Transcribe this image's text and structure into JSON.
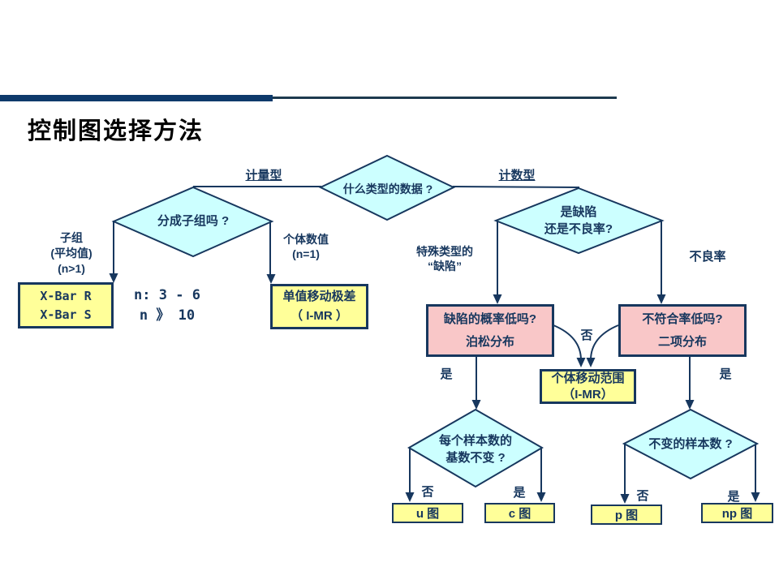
{
  "slide": {
    "title": "控制图选择方法"
  },
  "decisions": {
    "data_type": "什么类型的数据 ?",
    "subgrouped": "分成子组吗 ?",
    "defect_or_rate": "是缺陷\n还是不良率?",
    "constant_base": "每个样本数的\n基数不变 ?",
    "constant_sample": "不变的样本数 ?"
  },
  "question_boxes": {
    "poisson": "缺陷的概率低吗?\n泊松分布",
    "binomial": "不符合率低吗?\n二项分布"
  },
  "result_boxes": {
    "xbar": "X-Bar R\nX-Bar S",
    "imr": "单值移动极差\n（ I-MR ）",
    "moving_range": "个体移动范围\n（I-MR）",
    "u_chart": "u 图",
    "c_chart": "c 图",
    "p_chart": "p 图",
    "np_chart": "np 图"
  },
  "branch_labels": {
    "variable": "计量型",
    "attribute": "计数型",
    "subgroup_note": "子组\n(平均值)\n(n>1)",
    "individual_note": "个体数值\n(n=1)",
    "n_note": "n: 3 - 6\nn 》 10",
    "special_defect_note": "特殊类型的\n“缺陷”",
    "defective_rate": "不良率",
    "yes": "是",
    "no": "否"
  },
  "colors": {
    "navy": "#17375e",
    "diamond_fill": "#ccffff",
    "result_fill": "#ffff99",
    "question_fill": "#f9c7c8",
    "header_bar_thick": "#0e3a6b",
    "header_bar_thin": "#1e3a4f",
    "background": "#ffffff"
  }
}
